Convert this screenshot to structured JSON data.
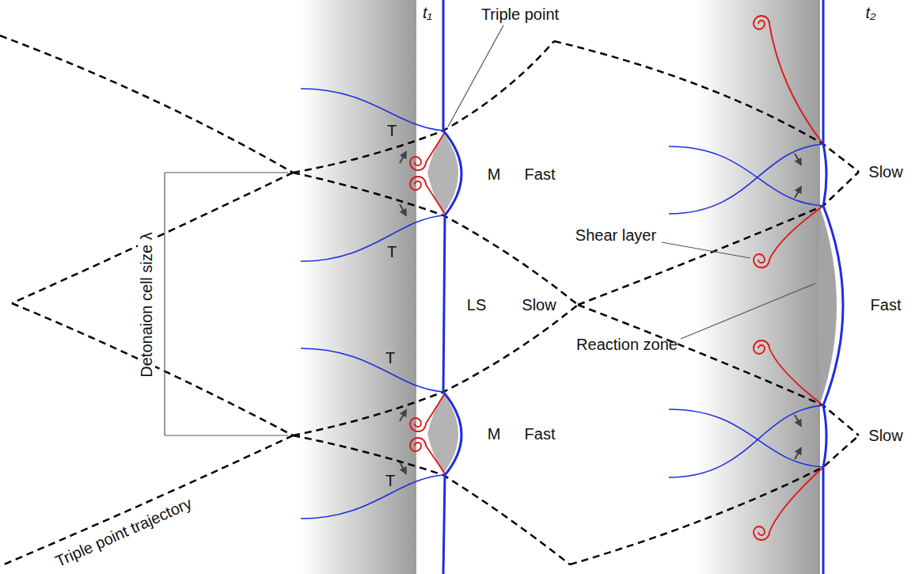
{
  "diagram": {
    "labels": [
      "t₁",
      "Triple point",
      "t₂",
      "T",
      "M",
      "Fast",
      "Slow",
      "Shear layer",
      "T",
      "LS",
      "Slow",
      "Fast",
      "Reaction zone",
      "T",
      "M",
      "Fast",
      "Detonaion cell size λ",
      "Slow",
      "T",
      "Triple point trajectory"
    ]
  }
}
